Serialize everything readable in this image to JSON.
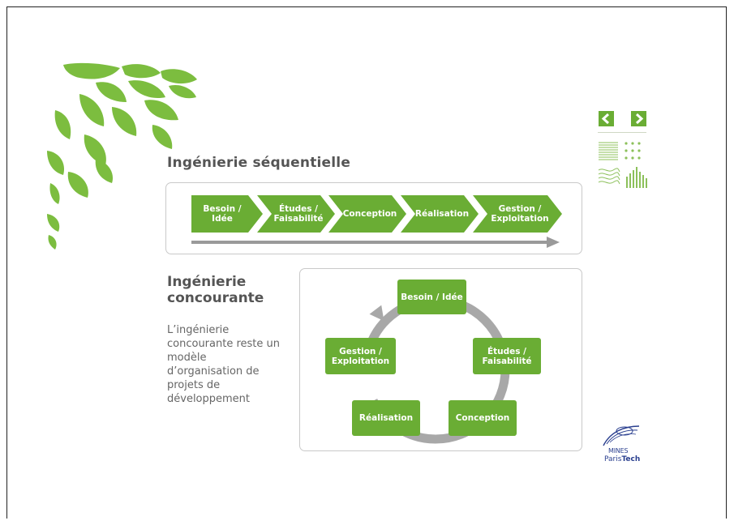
{
  "titles": {
    "sequential": "Ingénierie séquentielle",
    "concurrent_line1": "Ingénierie",
    "concurrent_line2": "concourante"
  },
  "description": "L’ingénierie concourante reste un modèle d’organisation de projets de développement",
  "sequential_steps": [
    {
      "line1": "Besoin / Idée",
      "line2": ""
    },
    {
      "line1": "Études /",
      "line2": "Faisabilité"
    },
    {
      "line1": "Conception",
      "line2": ""
    },
    {
      "line1": "Réalisation",
      "line2": ""
    },
    {
      "line1": "Gestion /",
      "line2": "Exploitation"
    }
  ],
  "cycle_steps": [
    {
      "line1": "Besoin / Idée",
      "line2": ""
    },
    {
      "line1": "Études /",
      "line2": "Faisabilité"
    },
    {
      "line1": "Conception",
      "line2": ""
    },
    {
      "line1": "Réalisation",
      "line2": ""
    },
    {
      "line1": "Gestion /",
      "line2": "Exploitation"
    }
  ],
  "logo": {
    "mines": "MINES",
    "paris": "Paris",
    "tech": "Tech"
  },
  "colors": {
    "accent_green": "#6aad34",
    "arrow_grey": "#9a9a9a",
    "logo_blue": "#2a3f8f"
  },
  "icons": [
    "leaf-decoration",
    "chevron-left-icon",
    "chevron-right-icon",
    "thumbnail-icon",
    "mines-paristech-logo"
  ]
}
